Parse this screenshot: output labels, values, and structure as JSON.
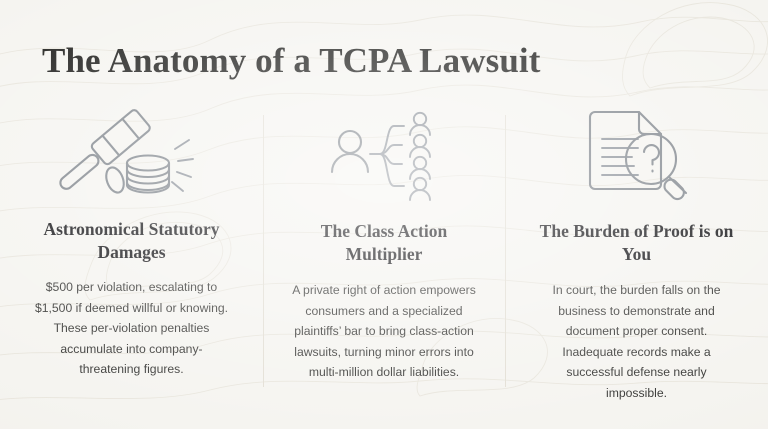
{
  "page": {
    "title": "The Anatomy of a TCPA Lawsuit",
    "background_color": "#f5f4f0",
    "title_color": "#1c1c1a",
    "icon_color": "#7d838a",
    "divider_color": "#e2ded4",
    "body_text_color": "#3b3b39"
  },
  "columns": [
    {
      "icon": "gavel-striking-coins-icon",
      "heading": "Astronomical Statutory Damages",
      "body": "$500 per violation, escalating to $1,500 if deemed willful or knowing. These per-violation penalties accumulate into company-threatening figures."
    },
    {
      "icon": "person-branching-to-group-icon",
      "heading": "The Class Action Multiplier",
      "body": "A private right of action empowers consumers and a specialized plaintiffs’ bar to bring class-action lawsuits, turning minor errors into multi-million dollar liabilities."
    },
    {
      "icon": "document-magnifier-question-icon",
      "heading": "The Burden of Proof is on You",
      "body": "In court, the burden falls on the business to demonstrate and document proper consent. Inadequate records make a successful defense nearly impossible."
    }
  ]
}
